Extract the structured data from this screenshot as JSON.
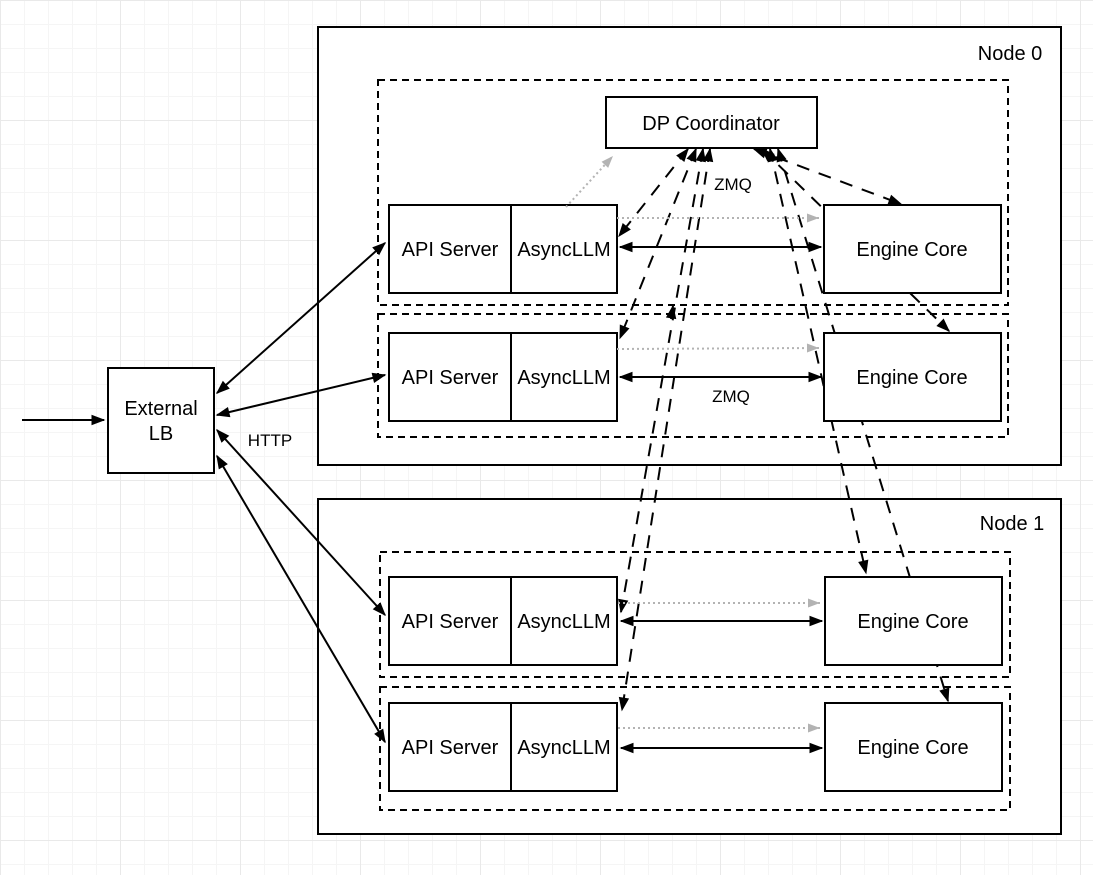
{
  "coordinator": {
    "label": "DP Coordinator"
  },
  "external_lb": {
    "line1": "External",
    "line2": "LB"
  },
  "annotations": {
    "http": "HTTP",
    "zmq_coordinator": "ZMQ",
    "zmq_engine": "ZMQ"
  },
  "nodes": [
    {
      "title": "Node 0",
      "rows": [
        {
          "api_server": "API Server",
          "async_llm": "AsyncLLM",
          "engine_core": "Engine Core"
        },
        {
          "api_server": "API Server",
          "async_llm": "AsyncLLM",
          "engine_core": "Engine Core"
        }
      ]
    },
    {
      "title": "Node 1",
      "rows": [
        {
          "api_server": "API Server",
          "async_llm": "AsyncLLM",
          "engine_core": "Engine Core"
        },
        {
          "api_server": "API Server",
          "async_llm": "AsyncLLM",
          "engine_core": "Engine Core"
        }
      ]
    }
  ],
  "colors": {
    "primary_line": "#000000",
    "secondary_arrow": "#b3b3b3",
    "box_fill": "#ffffff",
    "grid_minor": "#f5f5f5",
    "grid_major": "#e9e9e9",
    "background": "#ffffff"
  }
}
